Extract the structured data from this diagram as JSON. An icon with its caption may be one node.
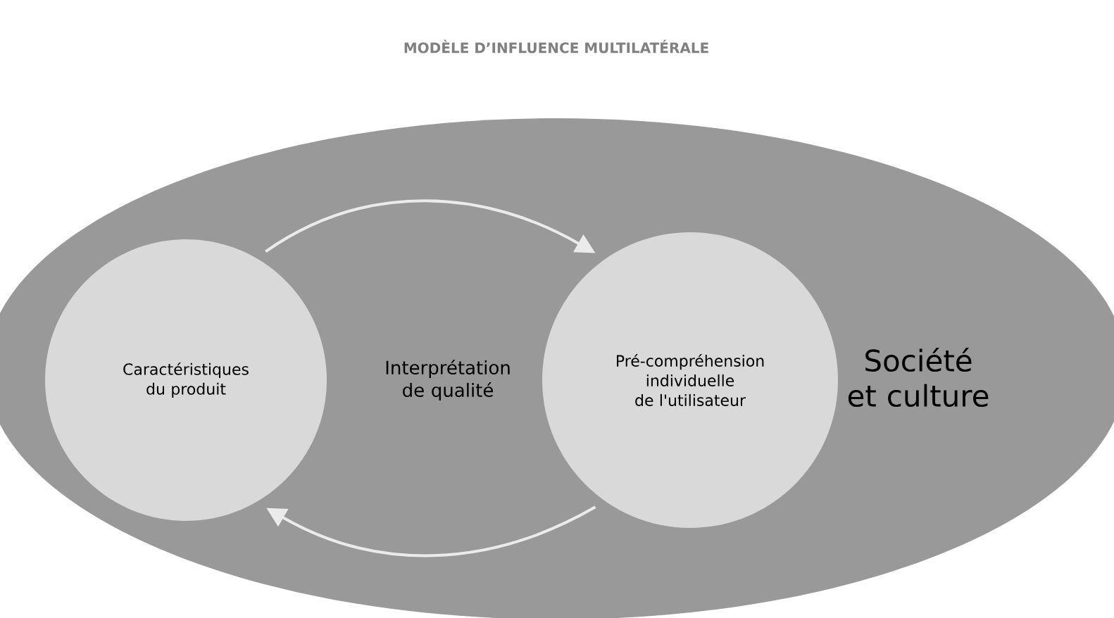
{
  "diagram": {
    "title": "MODÈLE D’INFLUENCE MULTILATÉRALE",
    "nodes": [
      {
        "text": [
          "Société et culture"
        ]
      },
      {
        "text": [
          "Caractéristiques du produit"
        ],
        "in": 0
      },
      {
        "text": [
          "Pré-compréhension individuelle de l'utilisateur"
        ],
        "in": 0
      }
    ],
    "edges": [
      {
        "from": 1,
        "to": 2,
        "arrow": "to"
      },
      {
        "from": 2,
        "to": 1,
        "arrow": "to"
      }
    ],
    "labels": [
      "Interprétation de qualité"
    ]
  }
}
